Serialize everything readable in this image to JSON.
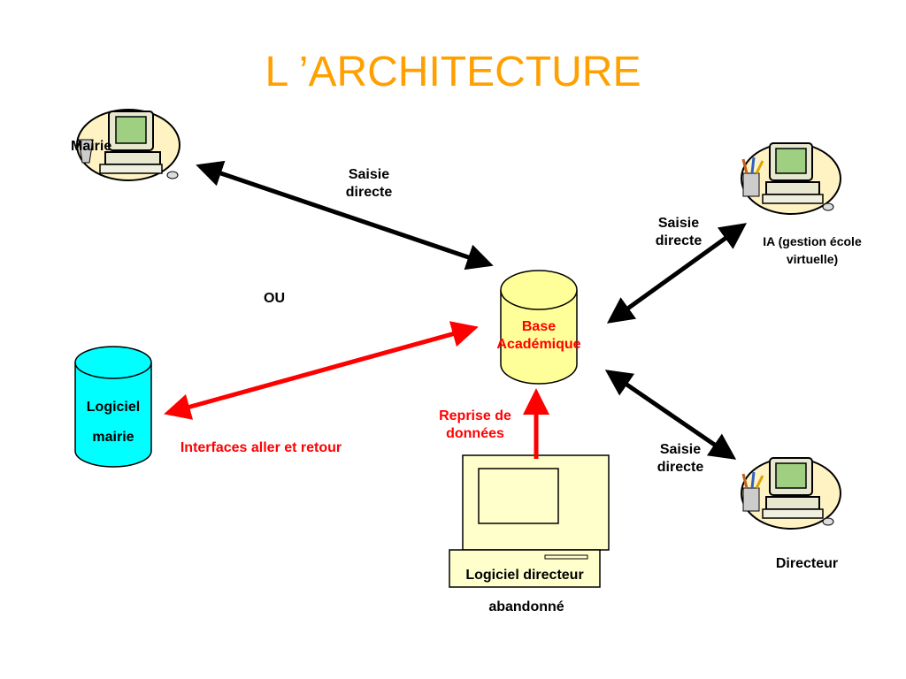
{
  "title": "L ’ARCHITECTURE",
  "nodes": {
    "mairie": "Mairie",
    "ia": "IA (gestion école virtuelle)",
    "directeur": "Directeur",
    "base": "Base Académique",
    "logiciel_mairie_1": "Logiciel",
    "logiciel_mairie_2": "mairie",
    "logiciel_directeur": "Logiciel directeur",
    "abandonne": "abandonné"
  },
  "edges": {
    "saisie_directe_mairie": "Saisie directe",
    "saisie_directe_ia": "Saisie directe",
    "saisie_directe_directeur": "Saisie directe",
    "ou": "OU",
    "interfaces": "Interfaces aller et retour",
    "reprise": "Reprise de données"
  },
  "colors": {
    "title": "#ffa000",
    "bidirectional_arrow": "#000000",
    "red_arrow": "#ff0000",
    "base_cylinder": "#ffff99",
    "logiciel_cylinder": "#00ffff"
  }
}
